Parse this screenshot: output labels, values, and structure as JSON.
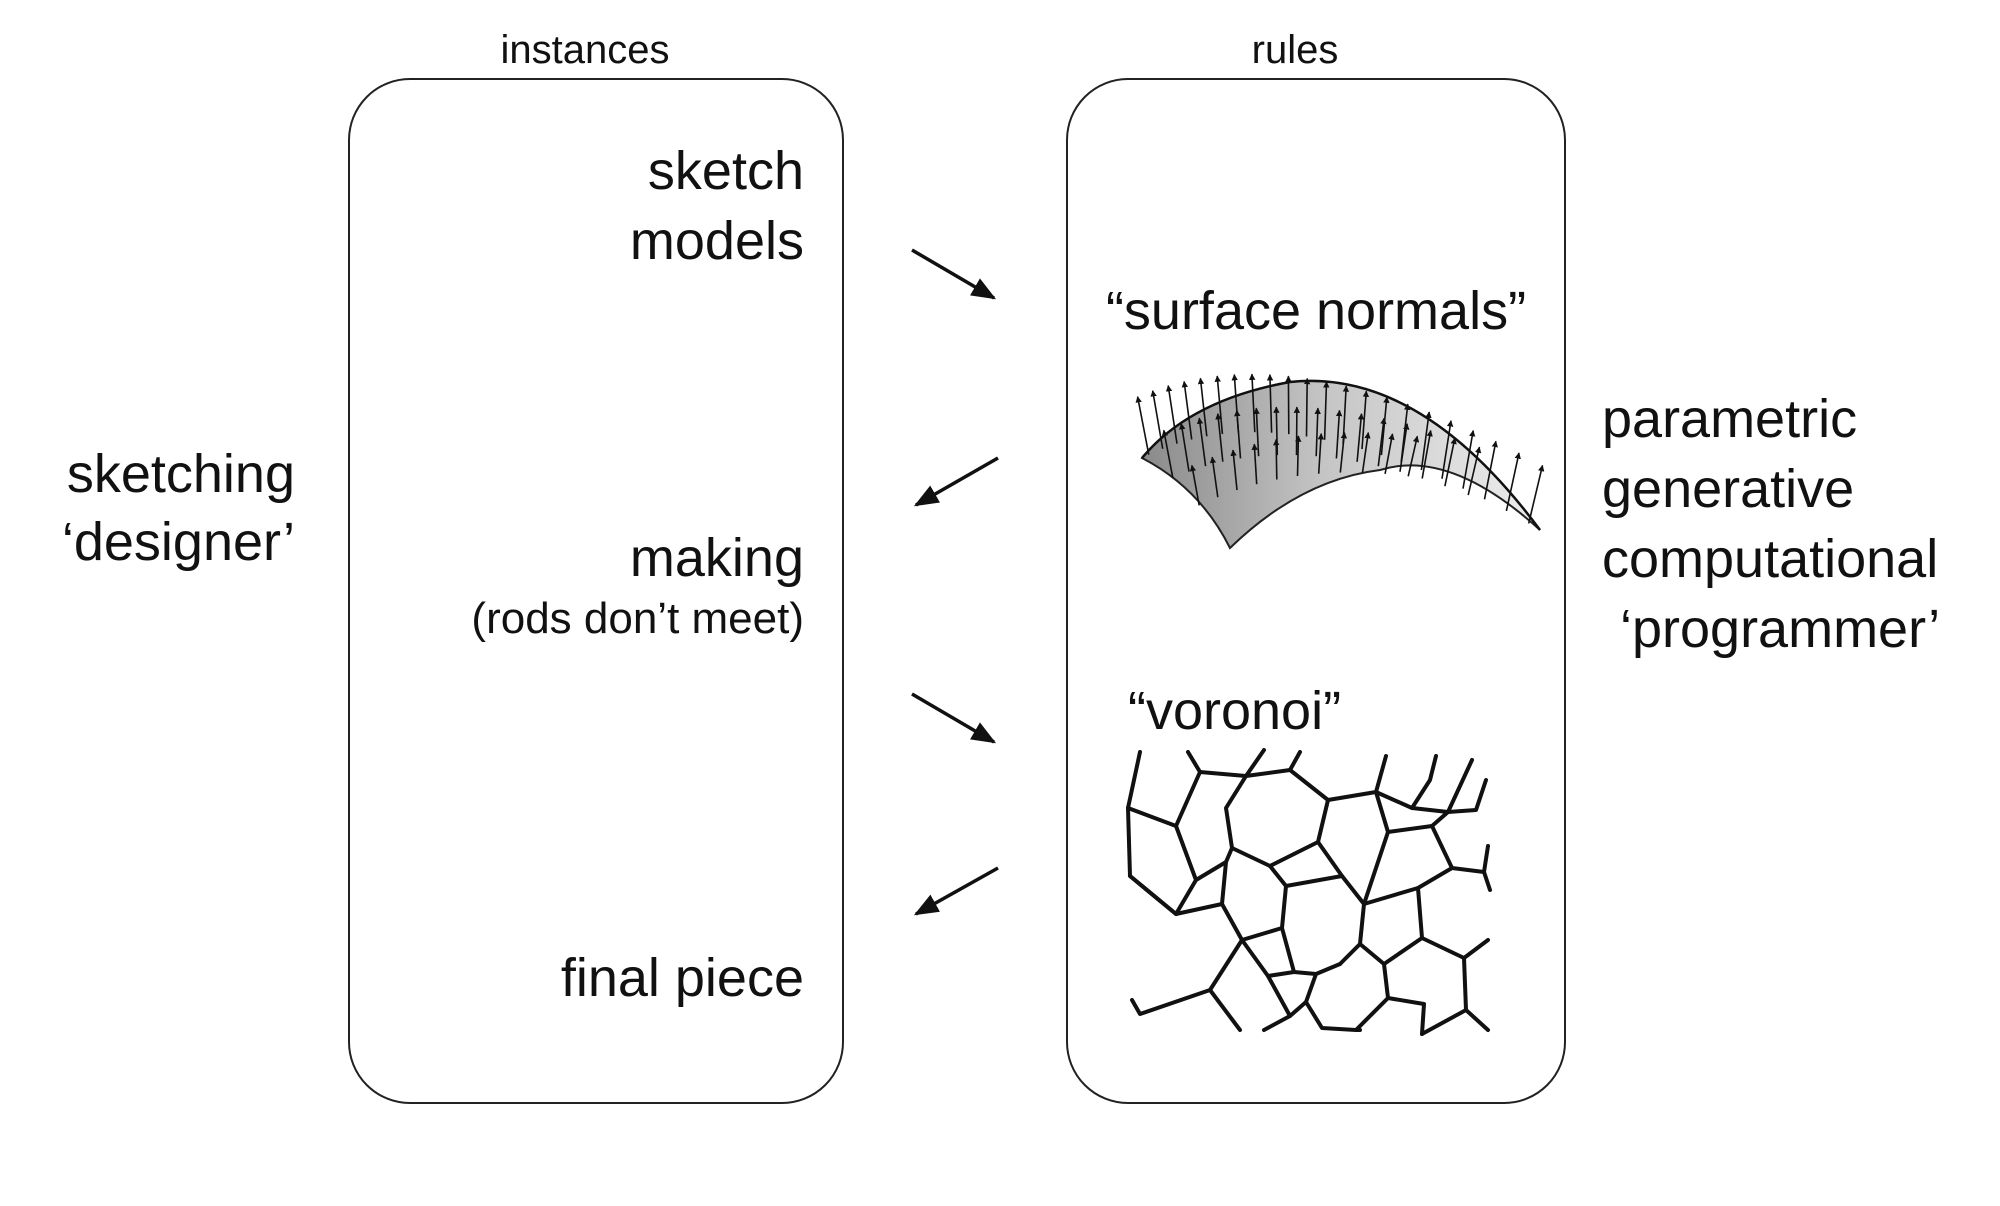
{
  "left_role": {
    "line1": "sketching",
    "line2": "‘designer’"
  },
  "right_role": {
    "line1": "parametric",
    "line2": "generative",
    "line3": "computational",
    "line4": "‘programmer’"
  },
  "instances_panel": {
    "header": "instances",
    "items": [
      {
        "line1": "sketch",
        "line2": "models"
      },
      {
        "line1": "making",
        "line2": "(rods don’t meet)"
      },
      {
        "line1": "final piece"
      }
    ]
  },
  "rules_panel": {
    "header": "rules",
    "items": [
      {
        "label": "“surface normals”",
        "illustration": "surface-normals-illustration"
      },
      {
        "label": "“voronoi”",
        "illustration": "voronoi-illustration"
      }
    ]
  },
  "arrows": [
    {
      "from": "sketch models",
      "to": "surface normals",
      "direction": "instances-to-rules"
    },
    {
      "from": "surface normals",
      "to": "making",
      "direction": "rules-to-instances"
    },
    {
      "from": "making",
      "to": "voronoi",
      "direction": "instances-to-rules"
    },
    {
      "from": "voronoi",
      "to": "final piece",
      "direction": "rules-to-instances"
    }
  ],
  "colors": {
    "ink": "#111111",
    "box_stroke": "#222222",
    "surface_light": "#e6e6e6",
    "surface_dark": "#8a8a8a"
  }
}
